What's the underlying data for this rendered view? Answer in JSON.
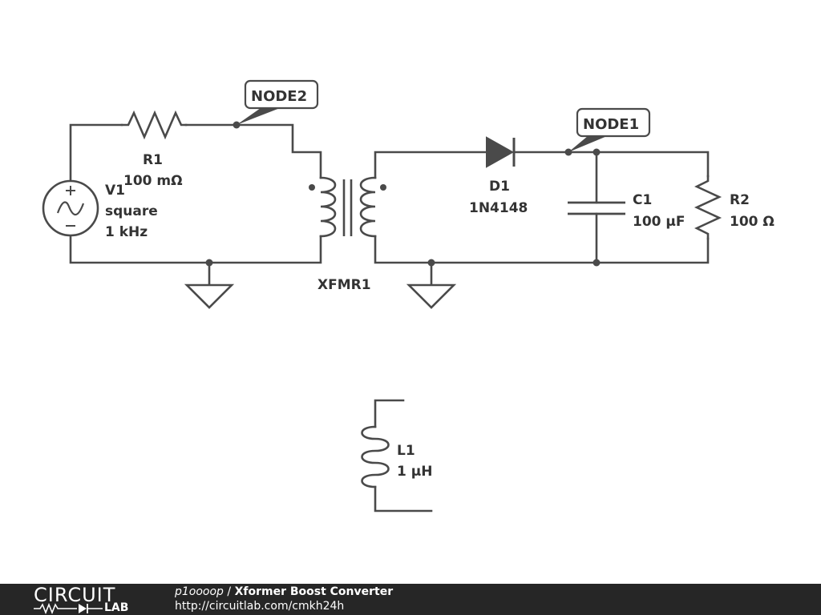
{
  "schematic": {
    "components": {
      "v1": {
        "name": "V1",
        "type": "square",
        "freq": "1 kHz"
      },
      "r1": {
        "name": "R1",
        "value": "100 mΩ"
      },
      "xfmr1": {
        "name": "XFMR1"
      },
      "d1": {
        "name": "D1",
        "part": "1N4148"
      },
      "c1": {
        "name": "C1",
        "value": "100 µF"
      },
      "r2": {
        "name": "R2",
        "value": "100 Ω"
      },
      "l1": {
        "name": "L1",
        "value": "1 µH"
      }
    },
    "nodes": {
      "node1": "NODE1",
      "node2": "NODE2"
    },
    "colors": {
      "wire": "#4a4a4a",
      "text": "#333333",
      "footer_bg": "#262626"
    }
  },
  "footer": {
    "logo_top": "CIRCUIT",
    "logo_bottom": "LAB",
    "user": "p1oooop",
    "separator": " / ",
    "title": "Xformer Boost Converter",
    "url": "http://circuitlab.com/cmkh24h"
  }
}
